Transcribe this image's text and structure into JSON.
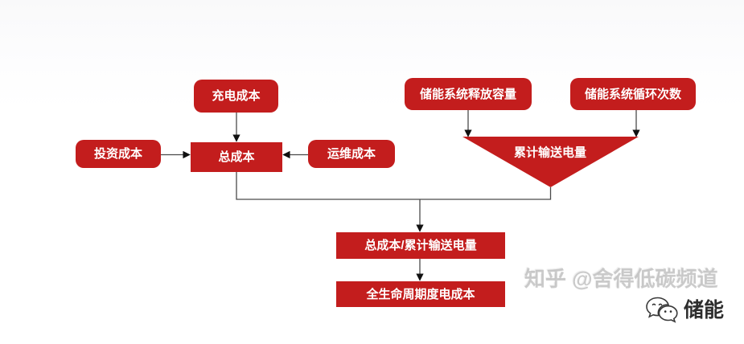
{
  "diagram": {
    "accent_red": "#c31d1d",
    "line_color": "#4a4a4a",
    "arrow_color": "#111111",
    "nodes": {
      "charging_cost": {
        "label": "充电成本"
      },
      "investment_cost": {
        "label": "投资成本"
      },
      "total_cost": {
        "label": "总成本"
      },
      "om_cost": {
        "label": "运维成本"
      },
      "released_capacity": {
        "label": "储能系统释放容量"
      },
      "cycle_count": {
        "label": "储能系统循环次数"
      },
      "cumulative_energy": {
        "label": "累计输送电量"
      },
      "cost_per_energy": {
        "label": "总成本/累计输送电量"
      },
      "lcoe": {
        "label": "全生命周期度电成本"
      }
    }
  },
  "watermark": {
    "text": "知乎 @舍得低碳频道"
  },
  "badge": {
    "icon": "wechat-icon",
    "label": "储能"
  }
}
